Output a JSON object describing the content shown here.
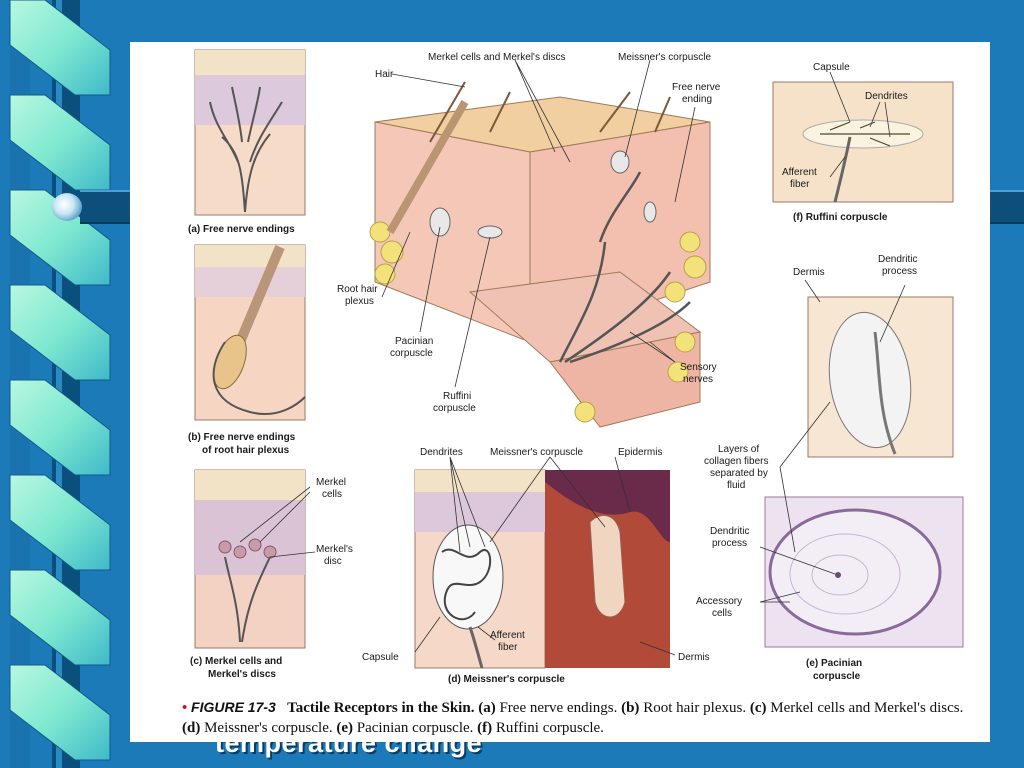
{
  "slide": {
    "background_color": "#1c7ab8",
    "hidden_text": "temperature change"
  },
  "figure": {
    "panels": {
      "a": "(a) Free nerve endings",
      "b_line1": "(b) Free nerve endings",
      "b_line2": "of root hair plexus",
      "c_line1": "(c) Merkel cells and",
      "c_line2": "Merkel's discs",
      "d": "(d) Meissner's corpuscle",
      "e_line1": "(e) Pacinian",
      "e_line2": "corpuscle",
      "f": "(f) Ruffini corpuscle"
    },
    "labels": {
      "hair": "Hair",
      "merkel_cells_discs": "Merkel cells and Merkel's discs",
      "meissners_corpuscle": "Meissner's corpuscle",
      "free_nerve_1": "Free nerve",
      "free_nerve_2": "ending",
      "root_hair_1": "Root hair",
      "root_hair_2": "plexus",
      "pacinian_1": "Pacinian",
      "pacinian_2": "corpuscle",
      "ruffini_1": "Ruffini",
      "ruffini_2": "corpuscle",
      "sensory_1": "Sensory",
      "sensory_2": "nerves",
      "capsule_f": "Capsule",
      "dendrites_f": "Dendrites",
      "afferent_f_1": "Afferent",
      "afferent_f_2": "fiber",
      "dermis_e": "Dermis",
      "dendritic_process_1": "Dendritic",
      "dendritic_process_2": "process",
      "layers_1": "Layers of",
      "layers_2": "collagen fibers",
      "layers_3": "separated by",
      "layers_4": "fluid",
      "dendritic_e2_1": "Dendritic",
      "dendritic_e2_2": "process",
      "accessory_1": "Accessory",
      "accessory_2": "cells",
      "merkel_cells_1": "Merkel",
      "merkel_cells_2": "cells",
      "merkels_disc_1": "Merkel's",
      "merkels_disc_2": "disc",
      "dendrites_d": "Dendrites",
      "meissners_d": "Meissner's corpuscle",
      "epidermis_d": "Epidermis",
      "capsule_d": "Capsule",
      "afferent_d_1": "Afferent",
      "afferent_d_2": "fiber",
      "dermis_d": "Dermis"
    },
    "caption": {
      "bullet": "•",
      "figure_label": "FIGURE 17-3",
      "title": "Tactile Receptors in the Skin.",
      "a_key": "(a)",
      "a_text": "Free nerve endings.",
      "b_key": "(b)",
      "b_text": "Root hair plexus.",
      "c_key": "(c)",
      "c_text": "Merkel cells and Merkel's discs.",
      "d_key": "(d)",
      "d_text": "Meissner's corpuscle.",
      "e_key": "(e)",
      "e_text": "Pacinian corpuscle.",
      "f_key": "(f)",
      "f_text": "Ruffini corpuscle."
    }
  }
}
